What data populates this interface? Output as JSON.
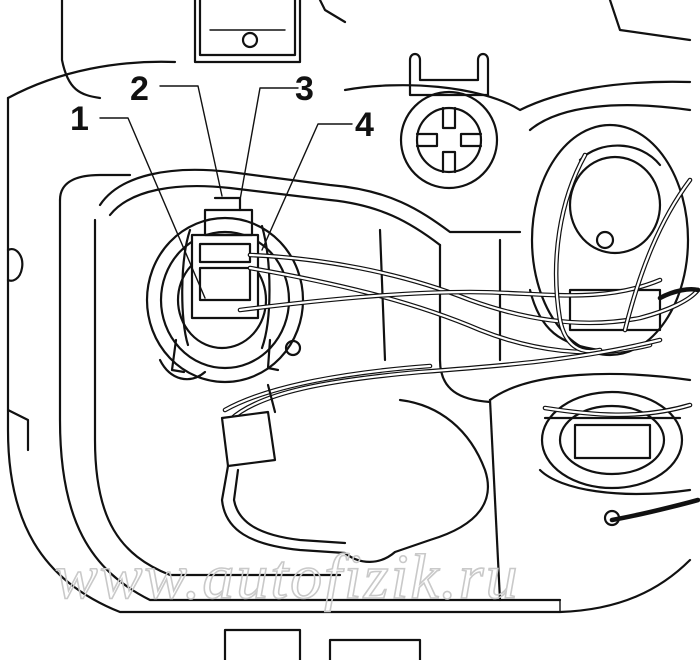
{
  "diagram": {
    "callouts": [
      {
        "id": "1",
        "label": "1"
      },
      {
        "id": "2",
        "label": "2"
      },
      {
        "id": "3",
        "label": "3"
      },
      {
        "id": "4",
        "label": "4"
      }
    ],
    "watermark": "www.autofizik.ru"
  }
}
